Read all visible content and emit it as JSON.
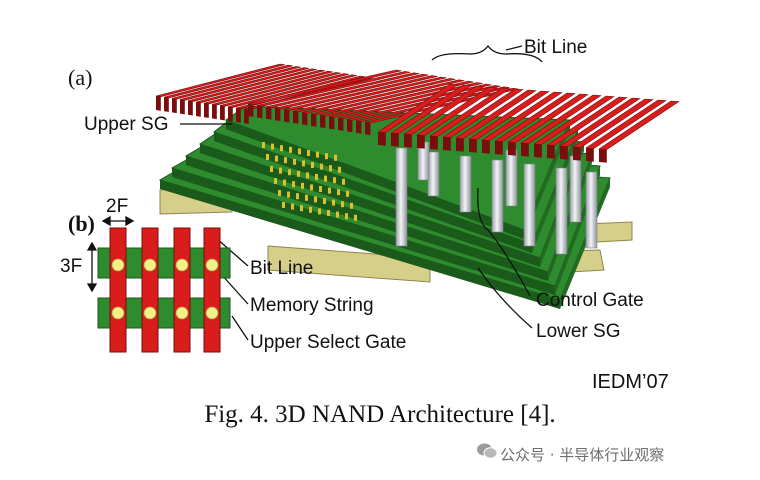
{
  "panel_a_label": "(a)",
  "panel_b_label": "(b)",
  "labels": {
    "bit_line_top": "Bit Line",
    "upper_sg": "Upper SG",
    "control_gate": "Control Gate",
    "lower_sg": "Lower SG",
    "dim_2f": "2F",
    "dim_3f": "3F",
    "bit_line_b": "Bit Line",
    "memory_string": "Memory String",
    "upper_select_gate": "Upper Select Gate",
    "source": "IEDM’07"
  },
  "caption": "Fig. 4. 3D NAND Architecture [4].",
  "watermark": "公众号 · 半导体行业观察",
  "colors": {
    "bitline_red": "#d91c1c",
    "bitline_dark": "#7a0d0d",
    "gate_green": "#2e8b2e",
    "gate_dark": "#1a5a1a",
    "substrate": "#d6cf8a",
    "pillar": "#d5d8dc",
    "string_dot": "#f3f08a"
  }
}
